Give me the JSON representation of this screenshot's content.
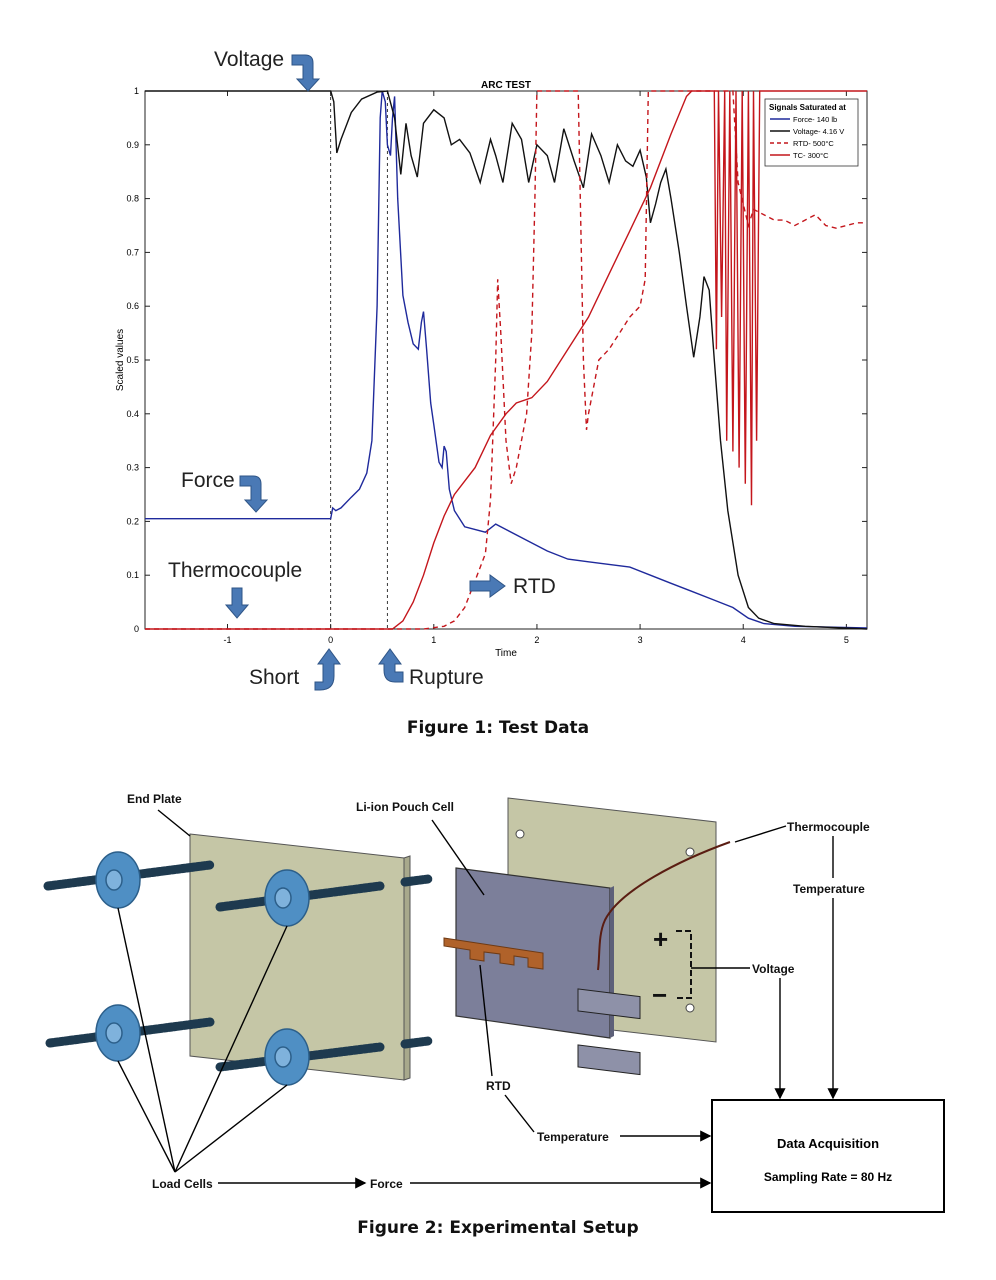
{
  "chart_data": {
    "type": "line",
    "title": "ARC TEST",
    "xlabel": "Time",
    "ylabel": "Scaled values",
    "xlim": [
      -1.8,
      5.2
    ],
    "ylim": [
      0,
      1
    ],
    "x_ticks": [
      "-1",
      "0",
      "1",
      "2",
      "3",
      "4",
      "5"
    ],
    "y_ticks": [
      "0",
      "0.1",
      "0.2",
      "0.3",
      "0.4",
      "0.5",
      "0.6",
      "0.7",
      "0.8",
      "0.9",
      "1"
    ],
    "grid": false,
    "legend": {
      "title": "Signals Saturated at",
      "placement": "top-right",
      "entries": [
        "Force- 140 lb",
        "Voltage- 4.16 V",
        "RTD- 500°C",
        "TC- 300°C"
      ]
    },
    "series": [
      {
        "name": "Force- 140 lb",
        "color": "#1f2a9c",
        "dash": "solid",
        "points": [
          [
            -1.8,
            0.205
          ],
          [
            0,
            0.205
          ],
          [
            0.02,
            0.225
          ],
          [
            0.05,
            0.22
          ],
          [
            0.1,
            0.225
          ],
          [
            0.2,
            0.245
          ],
          [
            0.28,
            0.26
          ],
          [
            0.35,
            0.29
          ],
          [
            0.4,
            0.35
          ],
          [
            0.45,
            0.6
          ],
          [
            0.48,
            0.95
          ],
          [
            0.5,
            1.0
          ],
          [
            0.53,
            0.98
          ],
          [
            0.55,
            0.9
          ],
          [
            0.58,
            0.88
          ],
          [
            0.6,
            0.95
          ],
          [
            0.62,
            0.99
          ],
          [
            0.65,
            0.8
          ],
          [
            0.7,
            0.62
          ],
          [
            0.75,
            0.57
          ],
          [
            0.8,
            0.53
          ],
          [
            0.85,
            0.52
          ],
          [
            0.88,
            0.57
          ],
          [
            0.9,
            0.59
          ],
          [
            0.93,
            0.52
          ],
          [
            0.97,
            0.42
          ],
          [
            1.0,
            0.38
          ],
          [
            1.05,
            0.31
          ],
          [
            1.08,
            0.3
          ],
          [
            1.1,
            0.34
          ],
          [
            1.12,
            0.33
          ],
          [
            1.15,
            0.26
          ],
          [
            1.2,
            0.22
          ],
          [
            1.3,
            0.19
          ],
          [
            1.5,
            0.18
          ],
          [
            1.6,
            0.195
          ],
          [
            1.7,
            0.185
          ],
          [
            1.9,
            0.165
          ],
          [
            2.1,
            0.145
          ],
          [
            2.3,
            0.13
          ],
          [
            2.5,
            0.125
          ],
          [
            2.7,
            0.12
          ],
          [
            2.9,
            0.115
          ],
          [
            3.1,
            0.1
          ],
          [
            3.3,
            0.085
          ],
          [
            3.5,
            0.07
          ],
          [
            3.7,
            0.055
          ],
          [
            3.9,
            0.04
          ],
          [
            4.05,
            0.02
          ],
          [
            4.2,
            0.01
          ],
          [
            4.5,
            0.005
          ],
          [
            5.2,
            0.002
          ]
        ]
      },
      {
        "name": "Voltage- 4.16 V",
        "color": "#111111",
        "dash": "solid",
        "points": [
          [
            -1.8,
            1.0
          ],
          [
            0.0,
            1.0
          ],
          [
            0.03,
            0.98
          ],
          [
            0.06,
            0.885
          ],
          [
            0.1,
            0.91
          ],
          [
            0.2,
            0.96
          ],
          [
            0.3,
            0.985
          ],
          [
            0.45,
            0.998
          ],
          [
            0.55,
            1.0
          ],
          [
            0.62,
            0.95
          ],
          [
            0.68,
            0.845
          ],
          [
            0.73,
            0.94
          ],
          [
            0.78,
            0.88
          ],
          [
            0.84,
            0.84
          ],
          [
            0.9,
            0.94
          ],
          [
            1.0,
            0.965
          ],
          [
            1.1,
            0.95
          ],
          [
            1.17,
            0.9
          ],
          [
            1.25,
            0.91
          ],
          [
            1.35,
            0.885
          ],
          [
            1.45,
            0.83
          ],
          [
            1.55,
            0.91
          ],
          [
            1.6,
            0.88
          ],
          [
            1.67,
            0.83
          ],
          [
            1.76,
            0.94
          ],
          [
            1.85,
            0.91
          ],
          [
            1.92,
            0.83
          ],
          [
            2.0,
            0.9
          ],
          [
            2.1,
            0.88
          ],
          [
            2.17,
            0.83
          ],
          [
            2.26,
            0.93
          ],
          [
            2.36,
            0.87
          ],
          [
            2.45,
            0.82
          ],
          [
            2.53,
            0.92
          ],
          [
            2.62,
            0.88
          ],
          [
            2.7,
            0.83
          ],
          [
            2.78,
            0.9
          ],
          [
            2.86,
            0.87
          ],
          [
            2.93,
            0.86
          ],
          [
            3.0,
            0.89
          ],
          [
            3.06,
            0.84
          ],
          [
            3.1,
            0.755
          ],
          [
            3.15,
            0.79
          ],
          [
            3.2,
            0.83
          ],
          [
            3.25,
            0.855
          ],
          [
            3.3,
            0.8
          ],
          [
            3.38,
            0.7
          ],
          [
            3.45,
            0.6
          ],
          [
            3.52,
            0.505
          ],
          [
            3.58,
            0.58
          ],
          [
            3.62,
            0.655
          ],
          [
            3.67,
            0.63
          ],
          [
            3.72,
            0.5
          ],
          [
            3.78,
            0.35
          ],
          [
            3.85,
            0.22
          ],
          [
            3.95,
            0.1
          ],
          [
            4.05,
            0.04
          ],
          [
            4.15,
            0.02
          ],
          [
            4.3,
            0.01
          ],
          [
            4.6,
            0.005
          ],
          [
            5.2,
            0.0
          ]
        ]
      },
      {
        "name": "RTD- 500°C",
        "color": "#c4161c",
        "dash": "dashed",
        "points": [
          [
            -1.8,
            0.0
          ],
          [
            0.9,
            0.0
          ],
          [
            1.1,
            0.005
          ],
          [
            1.2,
            0.015
          ],
          [
            1.3,
            0.04
          ],
          [
            1.4,
            0.09
          ],
          [
            1.5,
            0.14
          ],
          [
            1.55,
            0.24
          ],
          [
            1.6,
            0.5
          ],
          [
            1.62,
            0.65
          ],
          [
            1.65,
            0.55
          ],
          [
            1.7,
            0.35
          ],
          [
            1.75,
            0.27
          ],
          [
            1.8,
            0.3
          ],
          [
            1.9,
            0.4
          ],
          [
            1.95,
            0.55
          ],
          [
            1.98,
            0.8
          ],
          [
            2.0,
            1.0
          ],
          [
            2.4,
            1.0
          ],
          [
            2.42,
            0.8
          ],
          [
            2.45,
            0.5
          ],
          [
            2.48,
            0.37
          ],
          [
            2.5,
            0.4
          ],
          [
            2.6,
            0.5
          ],
          [
            2.7,
            0.52
          ],
          [
            2.8,
            0.55
          ],
          [
            2.9,
            0.58
          ],
          [
            3.0,
            0.6
          ],
          [
            3.05,
            0.65
          ],
          [
            3.08,
            1.0
          ],
          [
            3.9,
            1.0
          ],
          [
            3.95,
            0.83
          ],
          [
            4.0,
            0.79
          ],
          [
            4.05,
            0.75
          ],
          [
            4.1,
            0.78
          ],
          [
            4.2,
            0.77
          ],
          [
            4.3,
            0.76
          ],
          [
            4.4,
            0.76
          ],
          [
            4.5,
            0.75
          ],
          [
            4.6,
            0.76
          ],
          [
            4.7,
            0.77
          ],
          [
            4.8,
            0.75
          ],
          [
            4.9,
            0.745
          ],
          [
            5.0,
            0.75
          ],
          [
            5.1,
            0.755
          ],
          [
            5.2,
            0.755
          ]
        ]
      },
      {
        "name": "TC- 300°C",
        "color": "#c4161c",
        "dash": "solid",
        "points": [
          [
            -1.8,
            0.0
          ],
          [
            0.6,
            0.0
          ],
          [
            0.7,
            0.015
          ],
          [
            0.8,
            0.05
          ],
          [
            0.9,
            0.1
          ],
          [
            1.0,
            0.16
          ],
          [
            1.1,
            0.21
          ],
          [
            1.2,
            0.25
          ],
          [
            1.4,
            0.3
          ],
          [
            1.55,
            0.36
          ],
          [
            1.7,
            0.4
          ],
          [
            1.8,
            0.42
          ],
          [
            1.95,
            0.43
          ],
          [
            2.1,
            0.46
          ],
          [
            2.3,
            0.52
          ],
          [
            2.5,
            0.58
          ],
          [
            2.7,
            0.66
          ],
          [
            2.9,
            0.74
          ],
          [
            3.1,
            0.82
          ],
          [
            3.3,
            0.92
          ],
          [
            3.45,
            0.99
          ],
          [
            3.5,
            1.0
          ],
          [
            3.72,
            1.0
          ],
          [
            3.74,
            0.52
          ],
          [
            3.76,
            1.0
          ],
          [
            3.79,
            0.58
          ],
          [
            3.82,
            1.0
          ],
          [
            3.84,
            0.35
          ],
          [
            3.87,
            1.0
          ],
          [
            3.9,
            0.33
          ],
          [
            3.93,
            1.0
          ],
          [
            3.96,
            0.3
          ],
          [
            3.99,
            1.0
          ],
          [
            4.02,
            0.27
          ],
          [
            4.05,
            1.0
          ],
          [
            4.08,
            0.23
          ],
          [
            4.1,
            1.0
          ],
          [
            4.13,
            0.35
          ],
          [
            4.16,
            1.0
          ],
          [
            5.2,
            1.0
          ]
        ]
      }
    ],
    "annotations": [
      {
        "text": "Voltage",
        "x": -0.2,
        "y": 1.0
      },
      {
        "text": "Force",
        "x": -0.7,
        "y": 0.21
      },
      {
        "text": "Thermocouple",
        "x": -0.9,
        "y": 0.02
      },
      {
        "text": "RTD",
        "x": 1.7,
        "y": 0.08
      },
      {
        "text": "Short",
        "x": 0.0,
        "y": -0.05
      },
      {
        "text": "Rupture",
        "x": 0.55,
        "y": -0.05
      }
    ],
    "event_lines": [
      0.0,
      0.55
    ]
  },
  "figure1_caption": "Figure 1: Test Data",
  "figure2": {
    "caption": "Figure 2: Experimental Setup",
    "labels": {
      "end_plate": "End Plate",
      "pouch_cell": "Li-ion Pouch Cell",
      "thermocouple": "Thermocouple",
      "temperature_top": "Temperature",
      "voltage": "Voltage",
      "rtd": "RTD",
      "temperature_bottom": "Temperature",
      "load_cells": "Load Cells",
      "force": "Force",
      "plus": "+",
      "minus": "−"
    },
    "daq": {
      "title": "Data Acquisition",
      "rate": "Sampling Rate = 80 Hz"
    },
    "colors": {
      "plate": "#c5c6a6",
      "plate_side": "#a8a98c",
      "cell": "#7c7f9a",
      "load_cell": "#4f8fc4",
      "rod": "#1e3a4f",
      "rtd": "#b0622a"
    }
  }
}
